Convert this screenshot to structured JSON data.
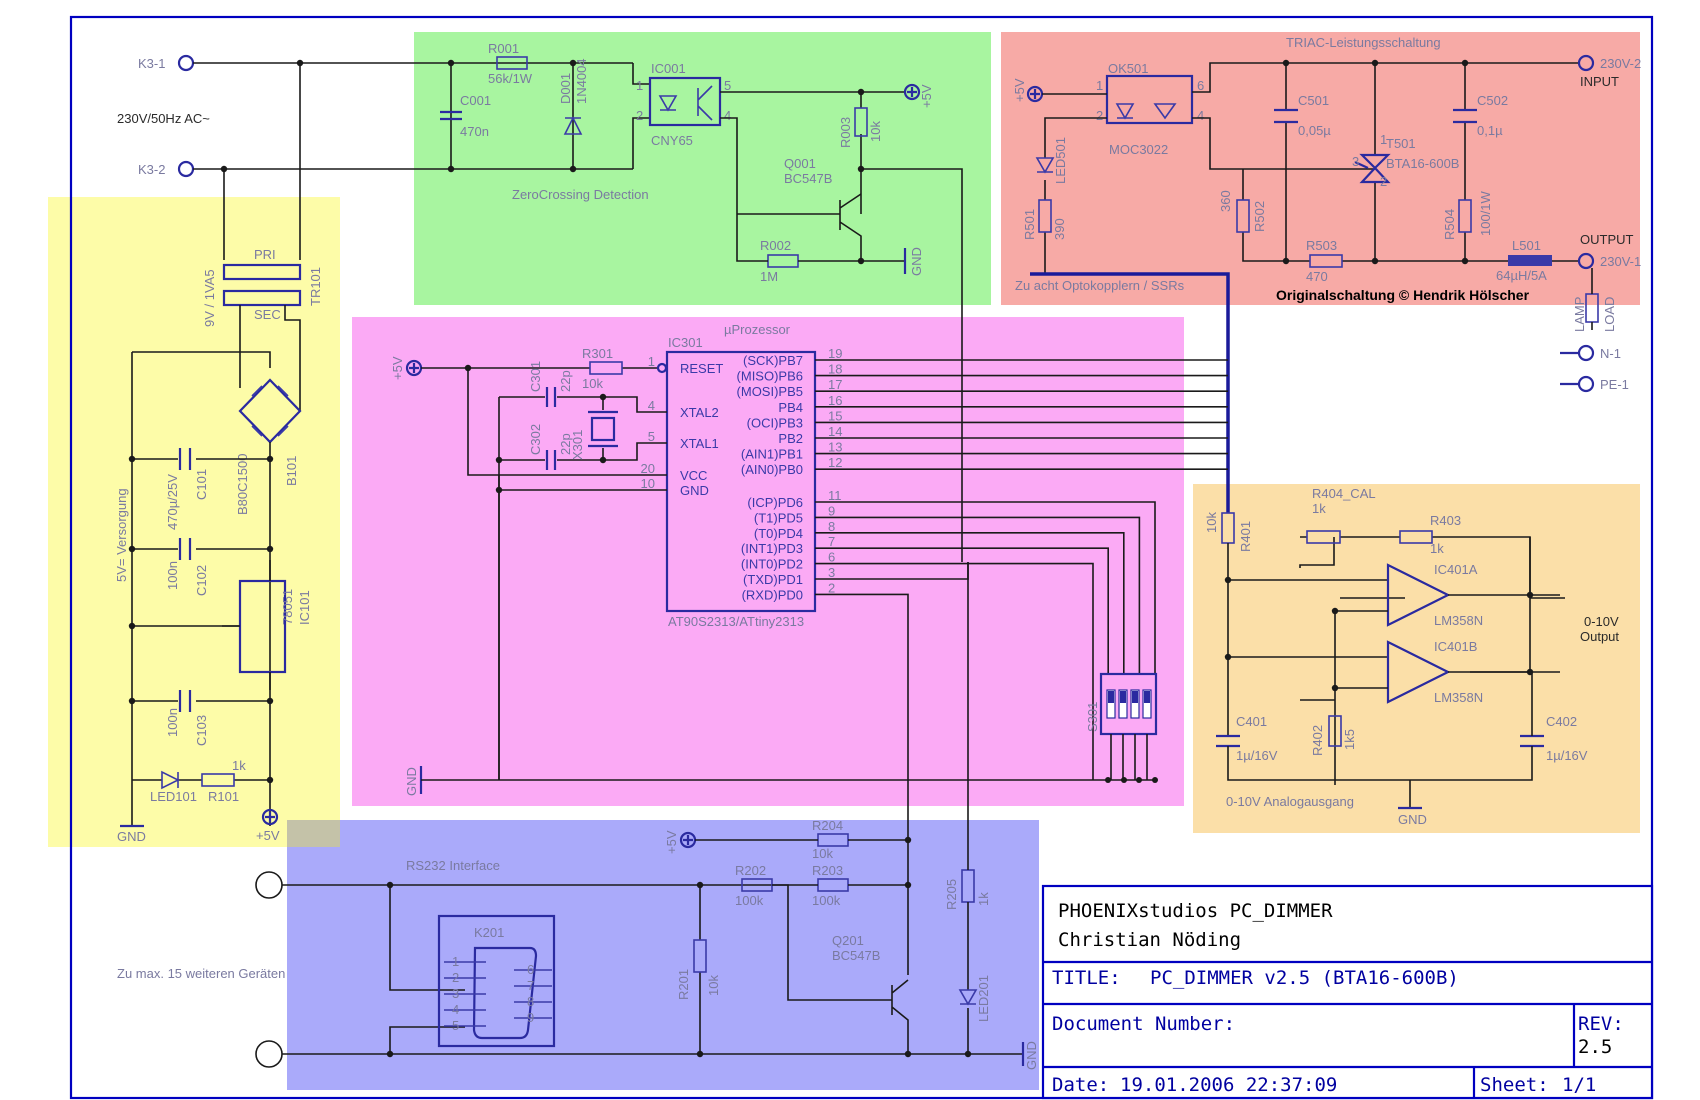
{
  "regions": {
    "zero_crossing": "ZeroCrossing Detection",
    "triac": "TRIAC-Leistungsschaltung",
    "processor": "µProzessor",
    "supply": "5V= Versorgung",
    "analog": "0-10V Analogausgang",
    "rs232": "RS232 Interface"
  },
  "connectors": {
    "k3_1": "K3-1",
    "k3_2": "K3-2",
    "mains": "230V/50Hz AC~",
    "v230_2": "230V-2",
    "input": "INPUT",
    "v230_1": "230V-1",
    "output": "OUTPUT",
    "n1": "N-1",
    "pe1": "PE-1",
    "lamp": "LAMP",
    "load": "LOAD",
    "out_0_10": "0-10V",
    "out_label": "Output",
    "more_devices": "Zu max. 15 weiteren Geräten",
    "opto_note": "Zu acht Optokopplern / SSRs",
    "copyright": "Originalschaltung © Hendrik Hölscher"
  },
  "components": {
    "R001": "R001",
    "R001_v": "56k/1W",
    "C001": "C001",
    "C001_v": "470n",
    "D001": "D001",
    "D001_v": "1N4004",
    "IC001": "IC001",
    "IC001_v": "CNY65",
    "R003": "R003",
    "R003_v": "10k",
    "Q001": "Q001",
    "Q001_v": "BC547B",
    "R002": "R002",
    "R002_v": "1M",
    "OK501": "OK501",
    "OK501_v": "MOC3022",
    "LED501": "LED501",
    "R501": "R501",
    "R501_v": "390",
    "R502": "R502",
    "R502_v": "360",
    "R503": "R503",
    "R503_v": "470",
    "R504": "R504",
    "R504_v": "100/1W",
    "C501": "C501",
    "C501_v": "0,05µ",
    "C502": "C502",
    "C502_v": "0,1µ",
    "T501": "T501",
    "T501_v": "BTA16-600B",
    "L501": "L501",
    "L501_v": "64µH/5A",
    "TR101": "TR101",
    "TR101_v": "9V / 1VA5",
    "pri": "PRI",
    "sec": "SEC",
    "B101": "B101",
    "B101_v": "B80C1500",
    "C101": "C101",
    "C101_v": "470µ/25V",
    "C102": "C102",
    "C102_v": "100n",
    "C103": "C103",
    "C103_v": "100n",
    "IC101": "IC101",
    "IC101_v": "78051",
    "LED101": "LED101",
    "R101": "R101",
    "R101_v": "1k",
    "IC301": "IC301",
    "IC301_v": "AT90S2313/ATtiny2313",
    "R301": "R301",
    "R301_v": "10k",
    "C301": "C301",
    "C301_v": "22p",
    "C302": "C302",
    "C302_v": "22p",
    "X301": "X301",
    "S301": "S301",
    "R401": "R401",
    "R401_v": "10k",
    "R404": "R404_CAL",
    "R404_v": "1k",
    "R403": "R403",
    "R403_v": "1k",
    "IC401A": "IC401A",
    "IC401B": "IC401B",
    "LM358": "LM358N",
    "R402": "R402",
    "R402_v": "1k5",
    "C401": "C401",
    "C401_v": "1µ/16V",
    "C402": "C402",
    "C402_v": "1µ/16V",
    "K201": "K201",
    "R201": "R201",
    "R201_v": "10k",
    "R202": "R202",
    "R202_v": "100k",
    "R203": "R203",
    "R203_v": "100k",
    "R204": "R204",
    "R204_v": "10k",
    "Q201": "Q201",
    "Q201_v": "BC547B",
    "R205": "R205",
    "R205_v": "1k",
    "LED201": "LED201"
  },
  "mcu_pins_left": [
    "RESET",
    "XTAL2",
    "XTAL1",
    "VCC",
    "GND"
  ],
  "mcu_pins_left_nums": [
    "1",
    "4",
    "5",
    "20",
    "10"
  ],
  "mcu_pins_right": [
    "(SCK)PB7",
    "(MISO)PB6",
    "(MOSI)PB5",
    "PB4",
    "(OCI)PB3",
    "PB2",
    "(AIN1)PB1",
    "(AIN0)PB0",
    "(ICP)PD6",
    "(T1)PD5",
    "(T0)PD4",
    "(INT1)PD3",
    "(INT0)PD2",
    "(TXD)PD1",
    "(RXD)PD0"
  ],
  "mcu_pins_right_nums": [
    "19",
    "18",
    "17",
    "16",
    "15",
    "14",
    "13",
    "12",
    "11",
    "9",
    "8",
    "7",
    "6",
    "3",
    "2"
  ],
  "nets": {
    "plus5v": "+5V",
    "gnd": "GND"
  },
  "title_block": {
    "company": "PHOENIXstudios PC_DIMMER",
    "author": "Christian Nöding",
    "title_label": "TITLE:",
    "title_value": "PC_DIMMER v2.5 (BTA16-600B)",
    "doc_label": "Document Number:",
    "rev_label": "REV:",
    "rev_value": "2.5",
    "date_label": "Date:",
    "date_value": "19.01.2006 22:37:09",
    "sheet_label": "Sheet:",
    "sheet_value": "1/1"
  },
  "colors": {
    "green": "#a8f5a0",
    "red": "#f7aaa6",
    "magenta": "#fbaaf5",
    "yellow": "#fdfca8",
    "orange": "#fbdfa8",
    "blue": "#aaaafa"
  }
}
